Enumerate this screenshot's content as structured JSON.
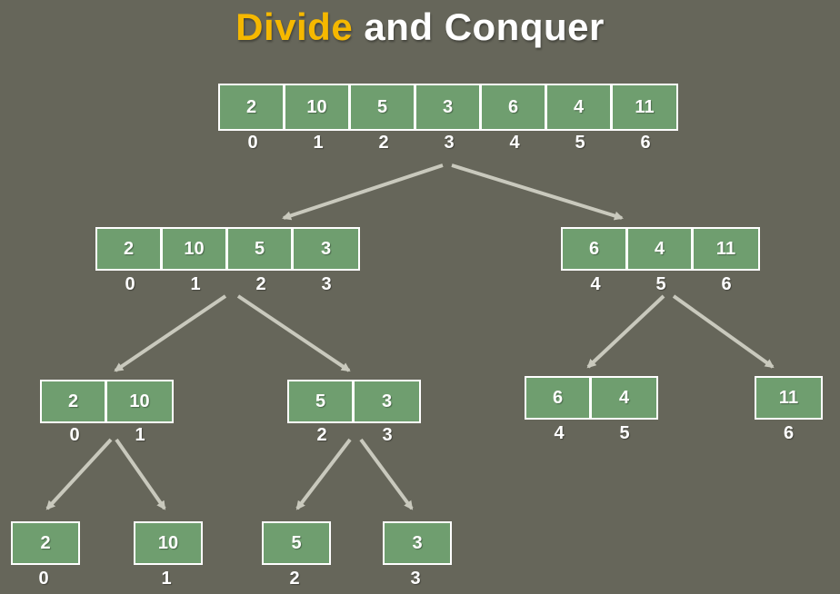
{
  "title": {
    "highlight": "Divide",
    "rest": "and Conquer"
  },
  "colors": {
    "background": "#66665a",
    "cell": "#6f9e6f",
    "title_highlight": "#f5b800",
    "arrow": "#c9c9bd"
  },
  "arrays": [
    {
      "id": "root",
      "values": [
        "2",
        "10",
        "5",
        "3",
        "6",
        "4",
        "11"
      ],
      "indices": [
        "0",
        "1",
        "2",
        "3",
        "4",
        "5",
        "6"
      ]
    },
    {
      "id": "left",
      "values": [
        "2",
        "10",
        "5",
        "3"
      ],
      "indices": [
        "0",
        "1",
        "2",
        "3"
      ]
    },
    {
      "id": "right",
      "values": [
        "6",
        "4",
        "11"
      ],
      "indices": [
        "4",
        "5",
        "6"
      ]
    },
    {
      "id": "ll",
      "values": [
        "2",
        "10"
      ],
      "indices": [
        "0",
        "1"
      ]
    },
    {
      "id": "lr",
      "values": [
        "5",
        "3"
      ],
      "indices": [
        "2",
        "3"
      ]
    },
    {
      "id": "rl",
      "values": [
        "6",
        "4"
      ],
      "indices": [
        "4",
        "5"
      ]
    },
    {
      "id": "rr",
      "values": [
        "11"
      ],
      "indices": [
        "6"
      ]
    },
    {
      "id": "lll",
      "values": [
        "2"
      ],
      "indices": [
        "0"
      ]
    },
    {
      "id": "llr",
      "values": [
        "10"
      ],
      "indices": [
        "1"
      ]
    },
    {
      "id": "lrl",
      "values": [
        "5"
      ],
      "indices": [
        "2"
      ]
    },
    {
      "id": "lrr",
      "values": [
        "3"
      ],
      "indices": [
        "3"
      ]
    }
  ]
}
